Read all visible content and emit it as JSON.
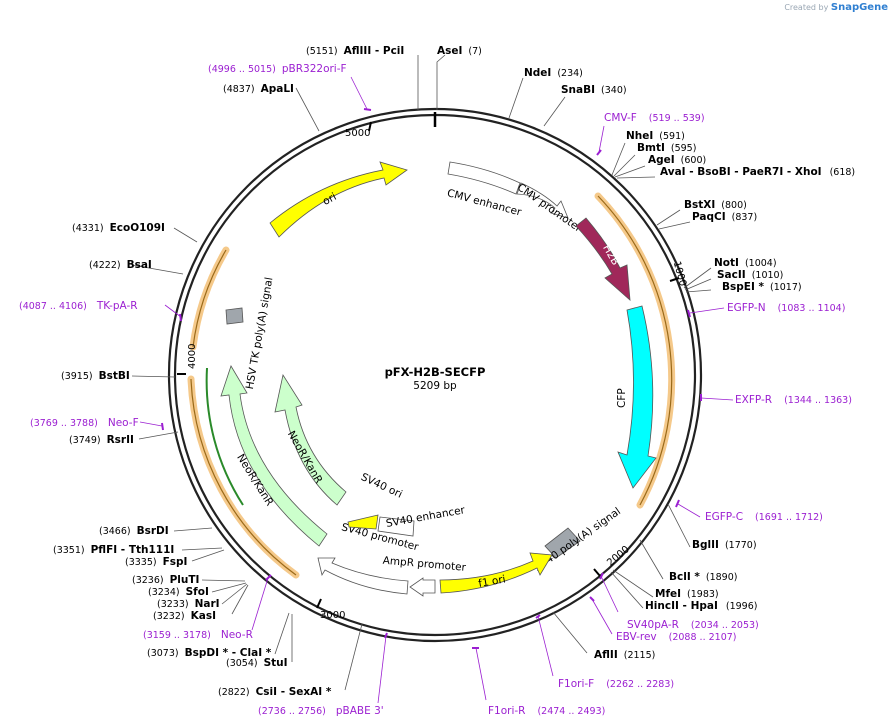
{
  "credit": {
    "prefix": "Created by",
    "brand": "SnapGene"
  },
  "plasmid": {
    "name": "pFX-H2B-SECFP",
    "length": "5209 bp"
  },
  "ticks": [
    "1000",
    "2000",
    "3000",
    "4000",
    "5000"
  ],
  "features": [
    {
      "name": "ori",
      "color": "#ffff00"
    },
    {
      "name": "CMV enhancer",
      "color": "#ffffff"
    },
    {
      "name": "CMV promoter",
      "color": "#ffffff"
    },
    {
      "name": "H2B",
      "color": "#a0285a"
    },
    {
      "name": "CFP",
      "color": "#00ffff"
    },
    {
      "name": "SV40 poly(A) signal",
      "color": "#a0a6ac"
    },
    {
      "name": "f1 ori",
      "color": "#ffff00"
    },
    {
      "name": "AmpR promoter",
      "color": "#ffffff"
    },
    {
      "name": "SV40 promoter",
      "color": "#ffffff"
    },
    {
      "name": "SV40 ori",
      "color": "#ffff00"
    },
    {
      "name": "SV40 enhancer",
      "color": "#ffffff"
    },
    {
      "name": "NeoR/KanR",
      "color": "#ccffcc"
    },
    {
      "name": "NeoR/KanR",
      "color": "#ccffcc"
    },
    {
      "name": "HSV TK poly(A) signal",
      "color": "#a0a6ac"
    }
  ],
  "sites": [
    {
      "name": "AflIII  - PciI",
      "pos": "(5151)"
    },
    {
      "name": "AseI",
      "pos": "(7)"
    },
    {
      "name": "NdeI",
      "pos": "(234)"
    },
    {
      "name": "SnaBI",
      "pos": "(340)"
    },
    {
      "name": "NheI",
      "pos": "(591)"
    },
    {
      "name": "BmtI",
      "pos": "(595)"
    },
    {
      "name": "AgeI",
      "pos": "(600)"
    },
    {
      "name": "AvaI  - BsoBI  - PaeR7I  - XhoI",
      "pos": "(618)"
    },
    {
      "name": "BstXI",
      "pos": "(800)"
    },
    {
      "name": "PaqCI",
      "pos": "(837)"
    },
    {
      "name": "NotI",
      "pos": "(1004)"
    },
    {
      "name": "SacII",
      "pos": "(1010)"
    },
    {
      "name": "BspEI *",
      "pos": "(1017)"
    },
    {
      "name": "BglII",
      "pos": "(1770)"
    },
    {
      "name": "BclI *",
      "pos": "(1890)"
    },
    {
      "name": "MfeI",
      "pos": "(1983)"
    },
    {
      "name": "HincII  - HpaI",
      "pos": "(1996)"
    },
    {
      "name": "AflII",
      "pos": "(2115)"
    },
    {
      "name": "CsiI  - SexAI *",
      "pos": "(2822)"
    },
    {
      "name": "StuI",
      "pos": "(3054)"
    },
    {
      "name": "BspDI *  - ClaI *",
      "pos": "(3073)"
    },
    {
      "name": "KasI",
      "pos": "(3232)"
    },
    {
      "name": "NarI",
      "pos": "(3233)"
    },
    {
      "name": "SfoI",
      "pos": "(3234)"
    },
    {
      "name": "PluTI",
      "pos": "(3236)"
    },
    {
      "name": "FspI",
      "pos": "(3335)"
    },
    {
      "name": "PflFI  - Tth111I",
      "pos": "(3351)"
    },
    {
      "name": "BsrDI",
      "pos": "(3466)"
    },
    {
      "name": "RsrII",
      "pos": "(3749)"
    },
    {
      "name": "BstBI",
      "pos": "(3915)"
    },
    {
      "name": "BsaI",
      "pos": "(4222)"
    },
    {
      "name": "EcoO109I",
      "pos": "(4331)"
    },
    {
      "name": "ApaLI",
      "pos": "(4837)"
    }
  ],
  "primers": [
    {
      "name": "pBR322ori-F",
      "pos": "(4996 .. 5015)"
    },
    {
      "name": "CMV-F",
      "pos": "(519 .. 539)"
    },
    {
      "name": "EGFP-N",
      "pos": "(1083 .. 1104)"
    },
    {
      "name": "EXFP-R",
      "pos": "(1344 .. 1363)"
    },
    {
      "name": "EGFP-C",
      "pos": "(1691 .. 1712)"
    },
    {
      "name": "SV40pA-R",
      "pos": "(2034 .. 2053)"
    },
    {
      "name": "EBV-rev",
      "pos": "(2088 .. 2107)"
    },
    {
      "name": "F1ori-F",
      "pos": "(2262 .. 2283)"
    },
    {
      "name": "F1ori-R",
      "pos": "(2474 .. 2493)"
    },
    {
      "name": "pBABE 3'",
      "pos": "(2736 .. 2756)"
    },
    {
      "name": "Neo-R",
      "pos": "(3159 .. 3178)"
    },
    {
      "name": "Neo-F",
      "pos": "(3769 .. 3788)"
    },
    {
      "name": "TK-pA-R",
      "pos": "(4087 .. 4106)"
    }
  ],
  "colors": {
    "primer": "#9b1fd1",
    "orf_highlight": "#f5c98a",
    "orf_line": "#9a6a1a"
  }
}
